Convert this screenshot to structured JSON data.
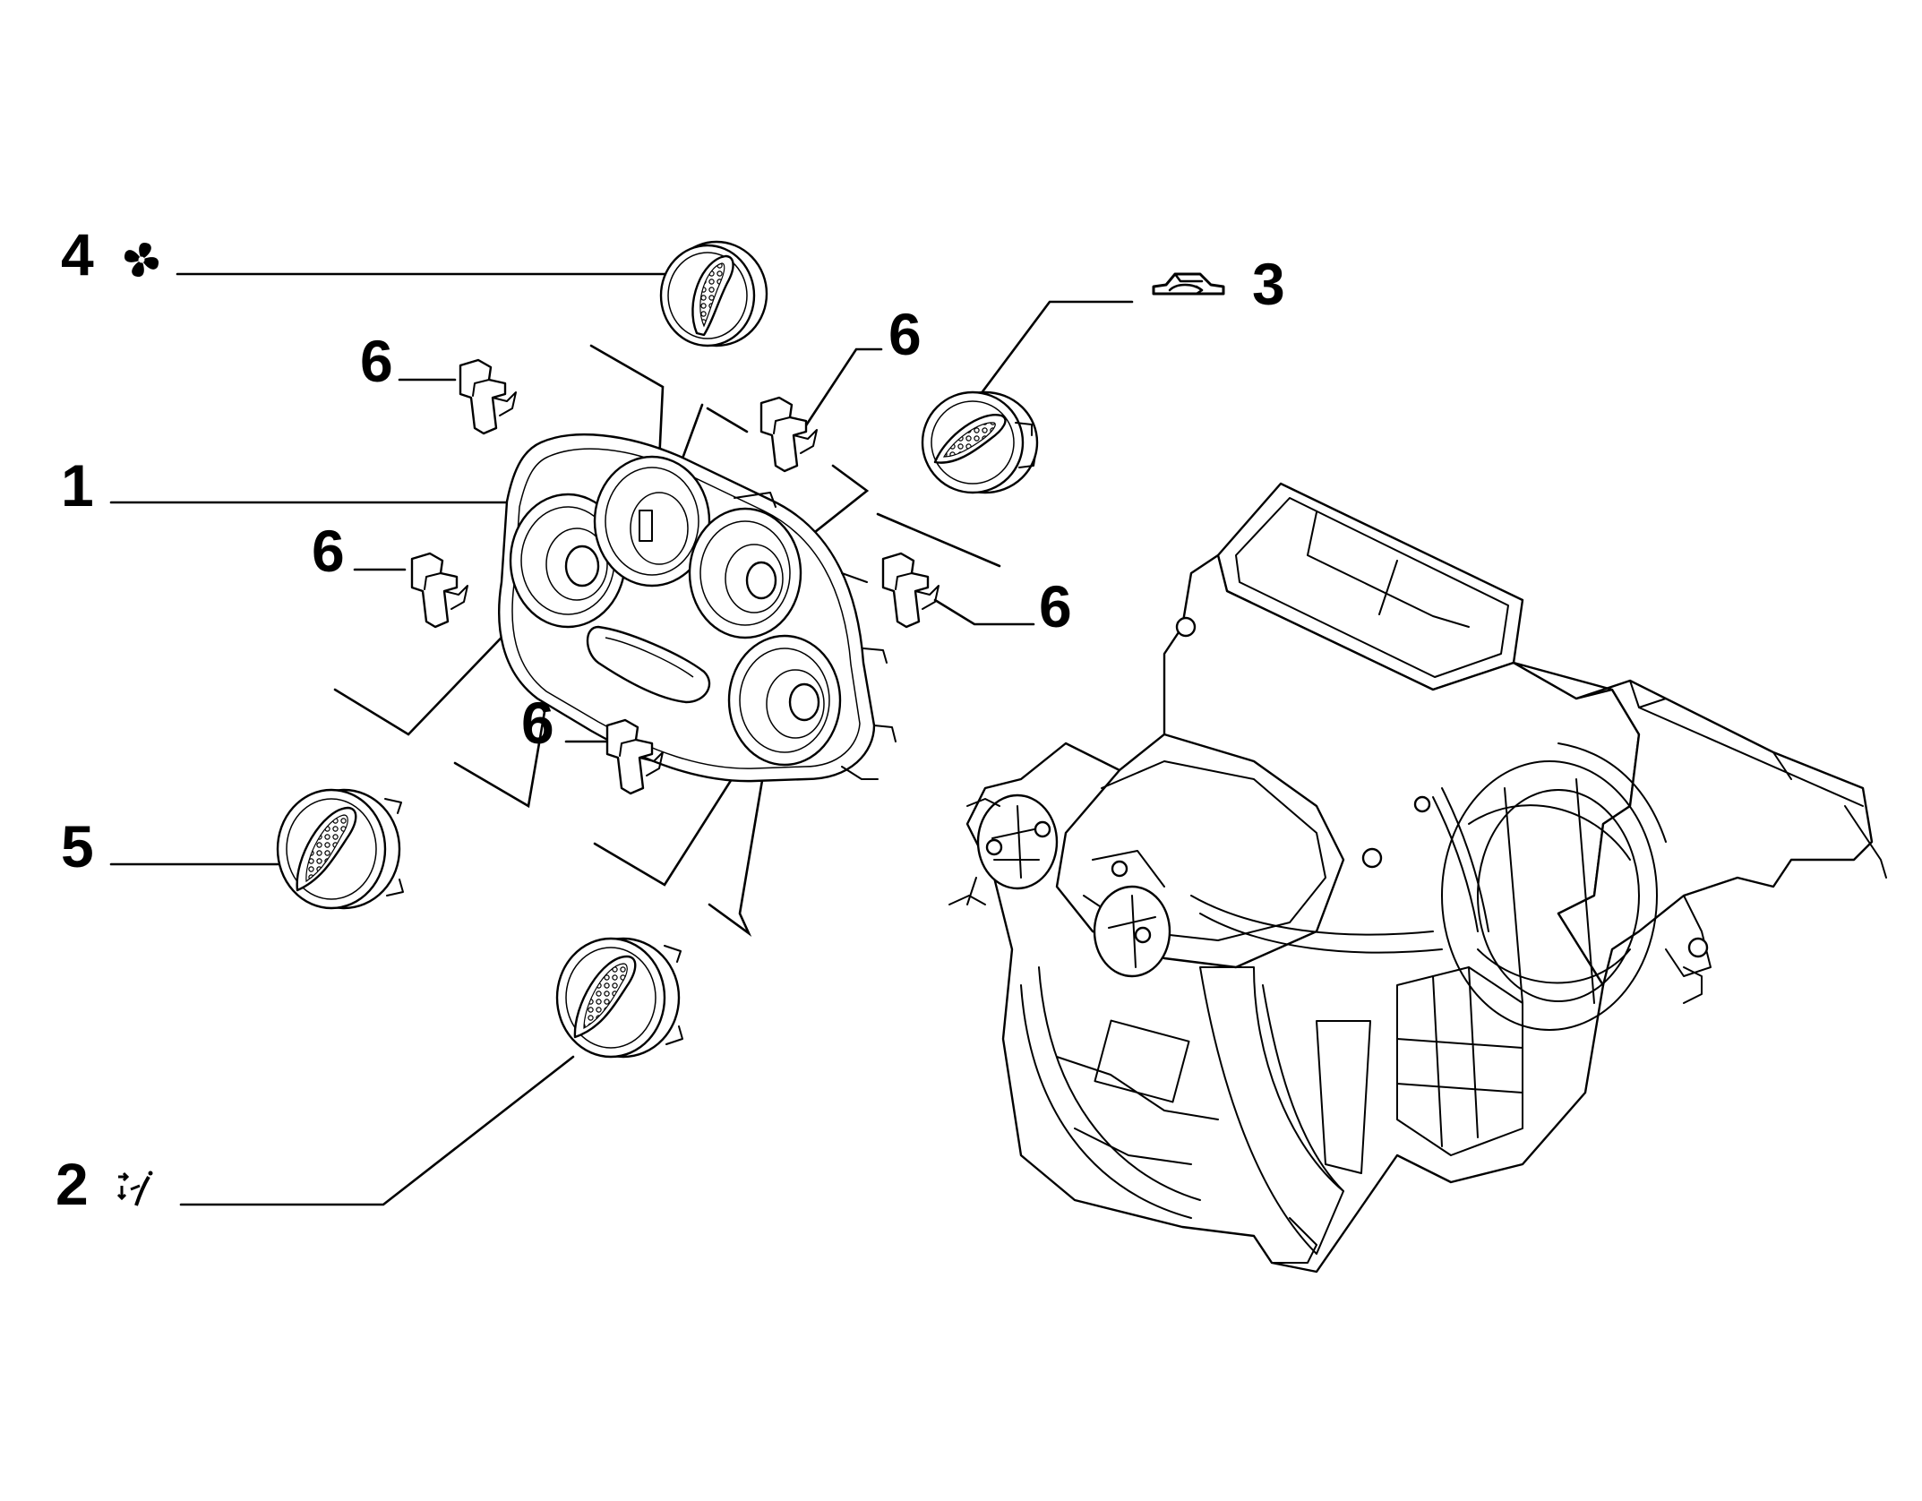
{
  "callouts": [
    {
      "id": "1",
      "label": "1"
    },
    {
      "id": "2",
      "label": "2"
    },
    {
      "id": "3",
      "label": "3"
    },
    {
      "id": "4",
      "label": "4"
    },
    {
      "id": "5",
      "label": "5"
    },
    {
      "id": "6a",
      "label": "6"
    },
    {
      "id": "6b",
      "label": "6"
    },
    {
      "id": "6c",
      "label": "6"
    },
    {
      "id": "6d",
      "label": "6"
    },
    {
      "id": "6e",
      "label": "6"
    }
  ],
  "icons": {
    "fan": "fan-icon",
    "air_distribution": "air-distribution-icon",
    "recirculation": "car-recirculation-icon"
  }
}
